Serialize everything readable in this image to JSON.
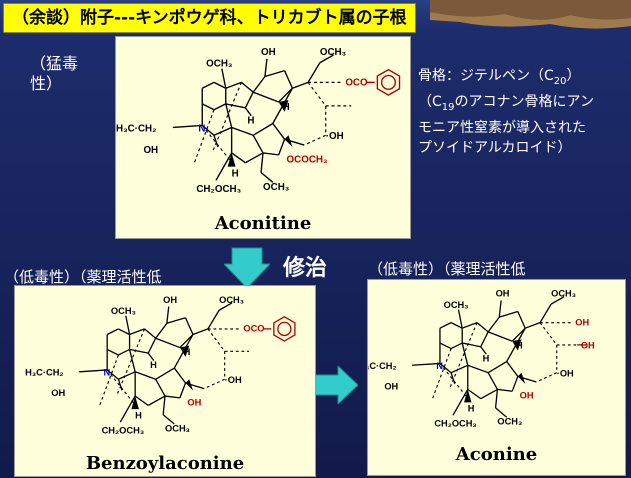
{
  "title": "（余談）附子---キンポウゲ科、トリカブト属の子根",
  "toxicity_note": "（猛毒性）",
  "skeleton_note": {
    "line1": "骨格：ジテルペン（C",
    "line1_sub": "20",
    "line1_end": "）",
    "line2": "（C",
    "line2_sub": "19",
    "line2_end": "のアコナン骨格にアン",
    "line3": "モニア性窒素が導入された",
    "line4": "プソイドアルカロイド）"
  },
  "process_label": "修治",
  "label_low_tox_1": "（低毒性）（薬理活性低",
  "label_low_tox_2": "（低毒性）（薬理活性低",
  "compounds": [
    {
      "name": "Aconitine",
      "c14": "OCO",
      "c8": "OCOCH3"
    },
    {
      "name": "Benzoylaconine",
      "c14": "OCO",
      "c8": "OH"
    },
    {
      "name": "Aconine",
      "c14": "OH",
      "c8": "OH"
    }
  ],
  "atom_labels": {
    "och3": "OCH3",
    "oh": "OH",
    "h": "H",
    "n": "N",
    "n_ethyl": "H3C·CH2",
    "ch2och3": "CH2OCH3",
    "dots_oh": "·OH"
  },
  "colors": {
    "title_bg": "#ffff00",
    "box_bg": "#ffffdc",
    "arrow": "#33cccc",
    "nitrogen": "#0000cc",
    "modified": "#b00000",
    "text_light": "#ffffff"
  }
}
